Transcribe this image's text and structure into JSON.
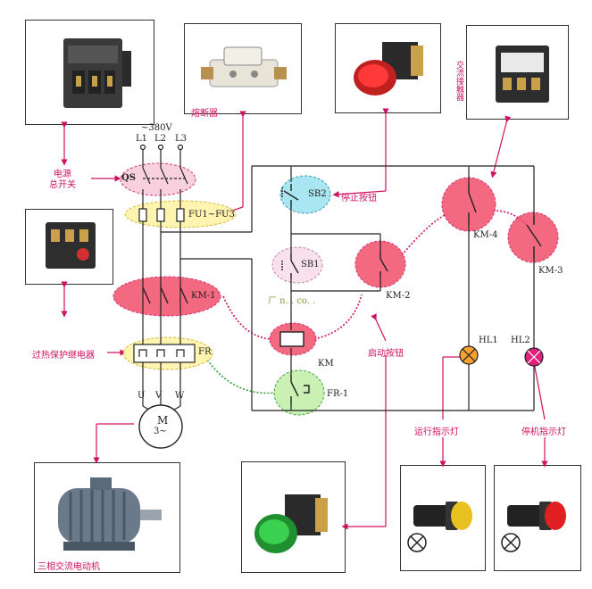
{
  "colors": {
    "accent_pink": "#d01060",
    "wire": "#222222",
    "red_fill": "#f0506a",
    "pink_fill": "#f8c8d8",
    "yellow_fill": "#fff3a8",
    "cyan_fill": "#9fe4f0",
    "green_fill": "#c8f0b0",
    "lamp_orange": "#f5a030",
    "lamp_magenta": "#e0207a"
  },
  "labels": {
    "power_switch_line1": "电源",
    "power_switch_line2": "总开关",
    "fuse": "熔断器",
    "stop_button": "停止按钮",
    "contactor": "交流接触器",
    "overload_relay": "过热保护继电器",
    "start_button": "启动按钮",
    "run_lamp": "运行指示灯",
    "stop_lamp": "停机指示灯",
    "motor_caption": "三相交流电动机"
  },
  "schematic": {
    "voltage": "~380V",
    "l1": "L1",
    "l2": "L2",
    "l3": "L3",
    "qs": "QS",
    "fu": "FU1~FU3",
    "km1": "KM-1",
    "fr": "FR",
    "u": "U",
    "v": "V",
    "w": "W",
    "motor_m": "M",
    "motor_phase": "3~",
    "sb2": "SB2",
    "sb1": "SB1",
    "km2": "KM-2",
    "km_coil": "KM",
    "fr1": "FR-1",
    "km4": "KM-4",
    "km3": "KM-3",
    "hl1": "HL1",
    "hl2": "HL2",
    "watermark": "ㄏ   n.  .  co.  ."
  }
}
